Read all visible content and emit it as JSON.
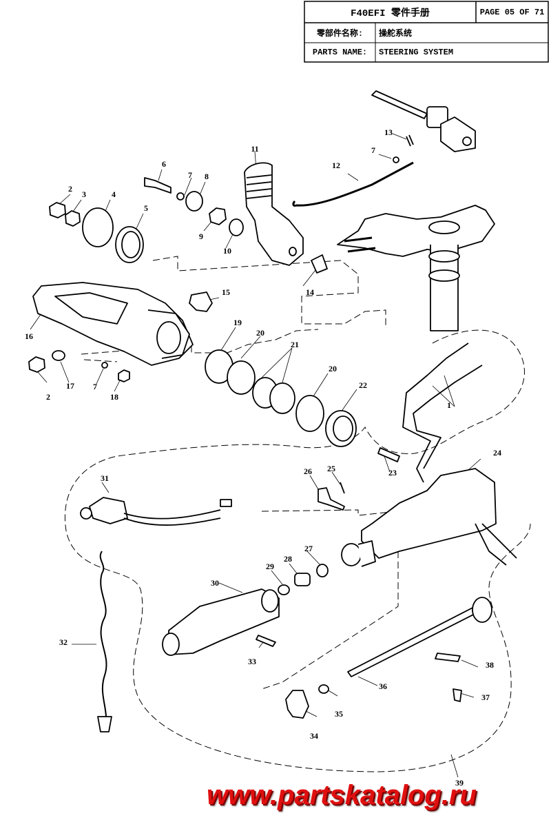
{
  "header": {
    "model_title": "F40EFI 零件手册",
    "page_label": "PAGE 05 OF 71",
    "cn_label": "零部件名称:",
    "cn_value": "操舵系统",
    "en_label": "PARTS NAME:",
    "en_value": "STEERING SYSTEM"
  },
  "callouts": [
    "1",
    "2",
    "2",
    "3",
    "4",
    "5",
    "6",
    "7",
    "7",
    "7",
    "8",
    "9",
    "10",
    "11",
    "12",
    "13",
    "14",
    "15",
    "16",
    "17",
    "18",
    "19",
    "20",
    "20",
    "21",
    "22",
    "23",
    "24",
    "25",
    "26",
    "27",
    "28",
    "29",
    "30",
    "31",
    "32",
    "33",
    "34",
    "35",
    "36",
    "37",
    "38",
    "39"
  ],
  "watermark": "www.partskatalog.ru"
}
